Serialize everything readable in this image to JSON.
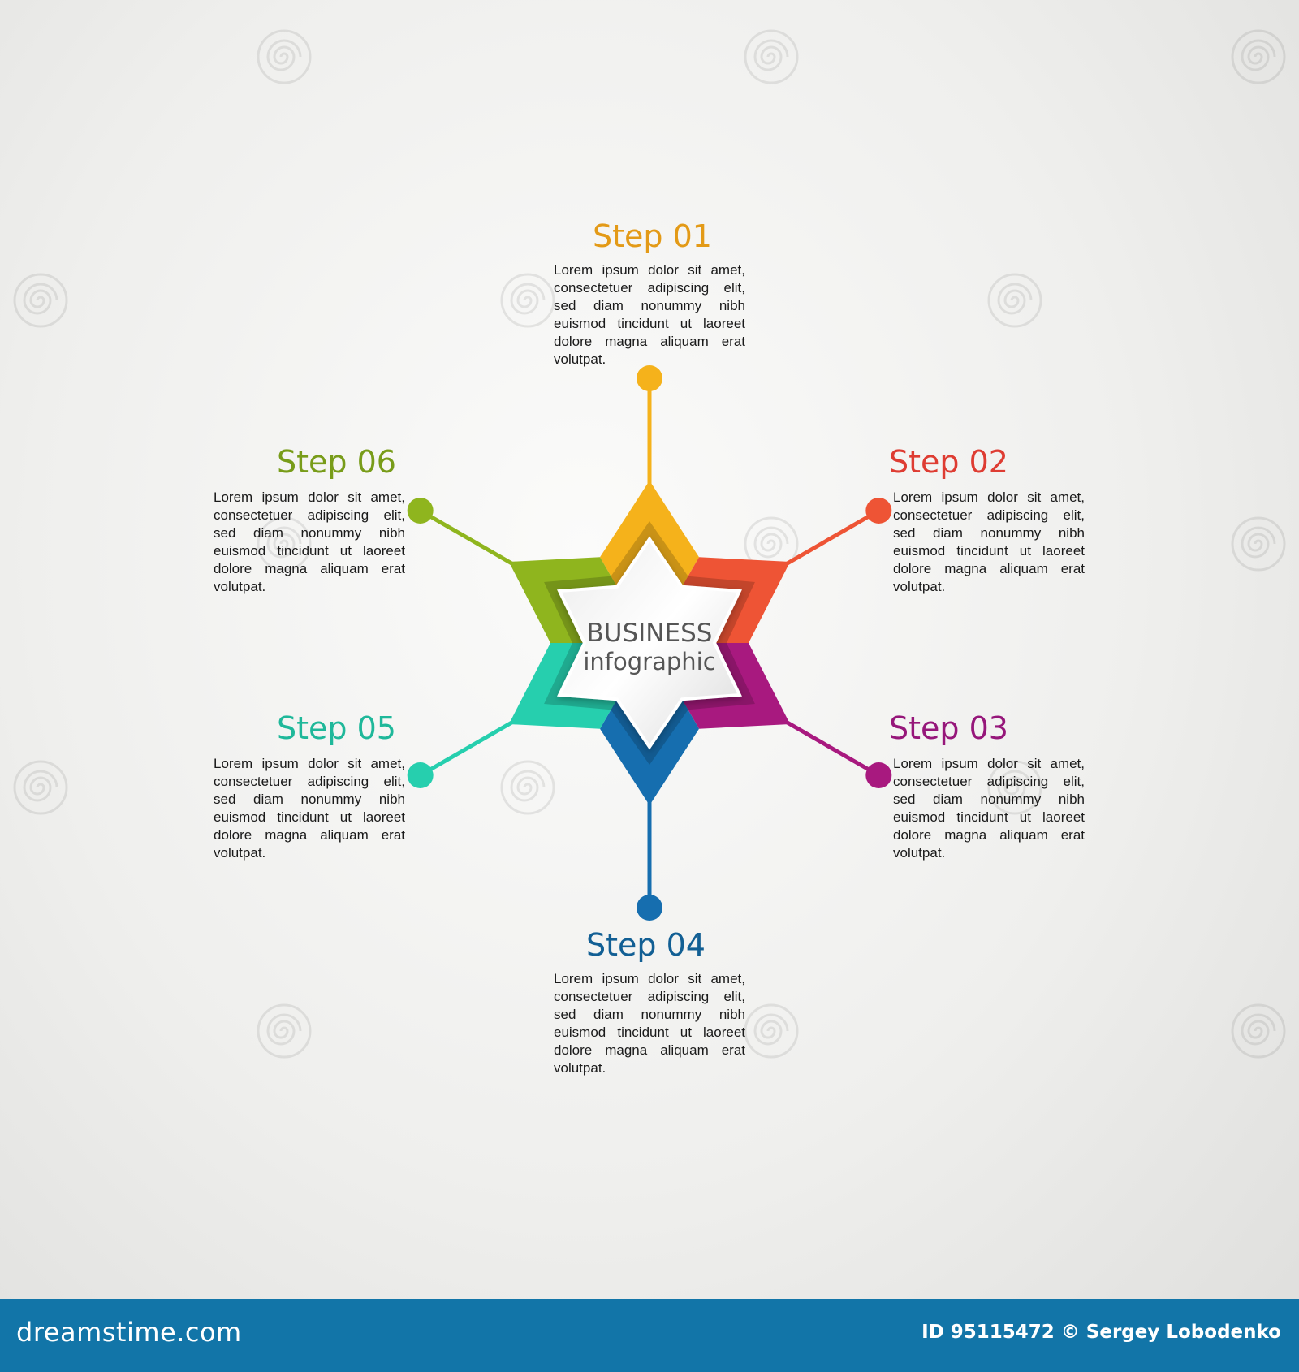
{
  "center": {
    "title": "BUSINESS",
    "subtitle": "infographic"
  },
  "steps": [
    {
      "title": "Step 01",
      "color": "#f5b21b",
      "title_color": "#e39a17",
      "text": "Lorem ipsum dolor sit amet, consectetuer adipiscing elit, sed diam nonummy nibh euismod tincidunt ut laoreet dolore magna aliquam erat volutpat."
    },
    {
      "title": "Step 02",
      "color": "#ee5435",
      "title_color": "#de3c32",
      "text": "Lorem ipsum dolor sit amet, consectetuer adipiscing elit, sed diam nonummy nibh euismod tincidunt ut laoreet dolore magna aliquam erat volutpat."
    },
    {
      "title": "Step 03",
      "color": "#a8197f",
      "title_color": "#96177a",
      "text": "Lorem ipsum dolor sit amet, consectetuer adipiscing elit, sed diam nonummy nibh euismod tincidunt ut laoreet dolore magna aliquam erat volutpat."
    },
    {
      "title": "Step 04",
      "color": "#166eaf",
      "title_color": "#125f94",
      "text": "Lorem ipsum dolor sit amet, consectetuer adipiscing elit, sed diam nonummy nibh euismod tincidunt ut laoreet dolore magna aliquam erat volutpat."
    },
    {
      "title": "Step 05",
      "color": "#26cfae",
      "title_color": "#1fb89a",
      "text": "Lorem ipsum dolor sit amet, consectetuer adipiscing elit, sed diam nonummy nibh euismod tincidunt ut laoreet dolore magna aliquam erat volutpat."
    },
    {
      "title": "Step 06",
      "color": "#8fb51e",
      "title_color": "#789c19",
      "text": "Lorem ipsum dolor sit amet, consectetuer adipiscing elit, sed diam nonummy nibh euismod tincidunt ut laoreet dolore magna aliquam erat volutpat."
    }
  ],
  "footer": {
    "site": "dreamstime.com",
    "credit": "ID 95115472 © Sergey Lobodenko",
    "background": "#1275a8"
  },
  "watermark": {
    "icon": "spiral-watermark-icon"
  }
}
